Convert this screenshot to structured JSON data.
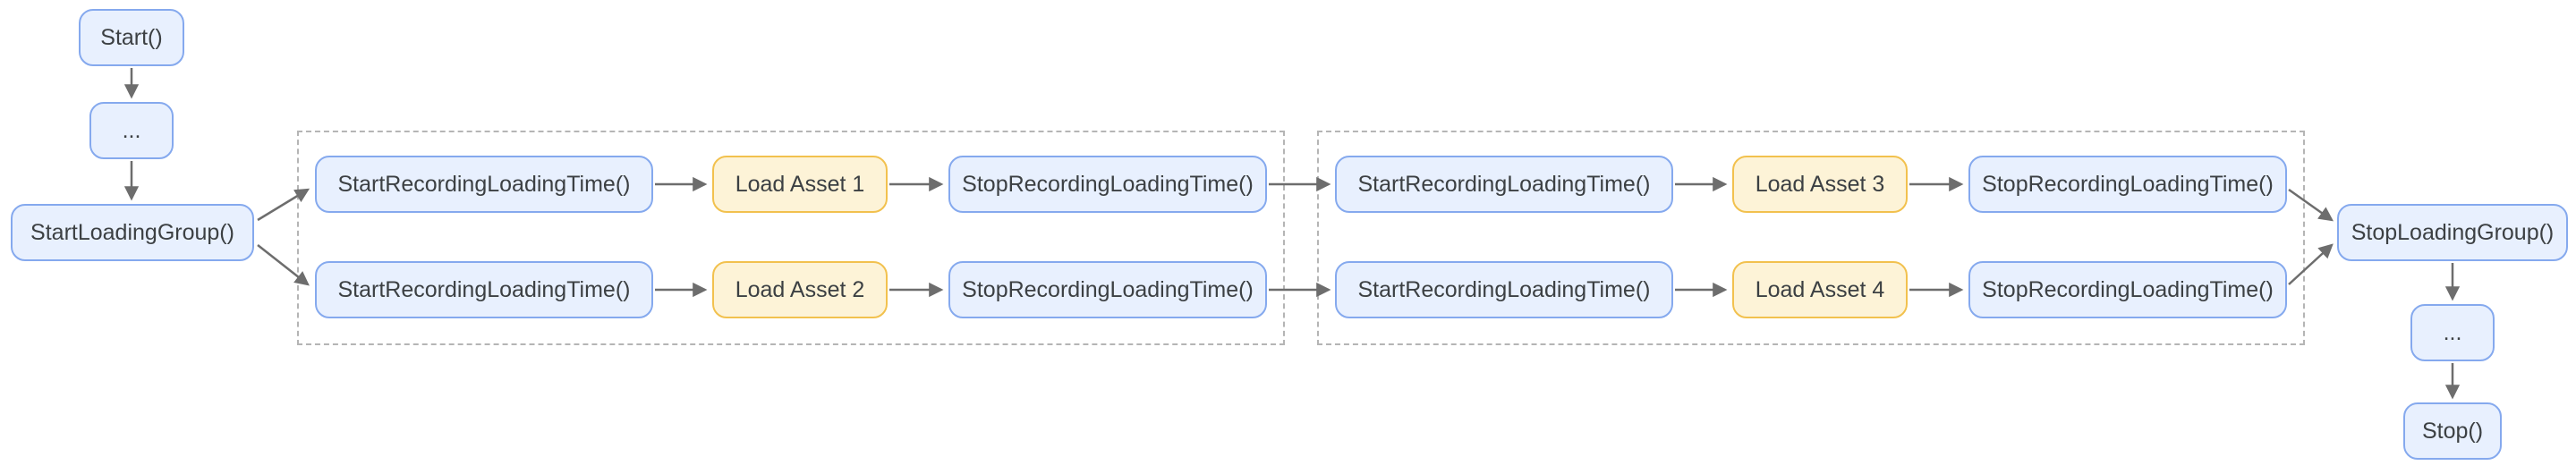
{
  "diagram": {
    "nodes": {
      "start": "Start()",
      "ellipsis_after_start": "...",
      "start_loading_group": "StartLoadingGroup()",
      "start_recording": "StartRecordingLoadingTime()",
      "stop_recording": "StopRecordingLoadingTime()",
      "load_asset_1": "Load Asset 1",
      "load_asset_2": "Load Asset 2",
      "load_asset_3": "Load Asset 3",
      "load_asset_4": "Load Asset 4",
      "stop_loading_group": "StopLoadingGroup()",
      "ellipsis_before_stop": "...",
      "stop": "Stop()"
    },
    "colors": {
      "process_fill": "#e8f0fe",
      "process_border": "#85a9ee",
      "asset_fill": "#fdf3d7",
      "asset_border": "#f2c14e",
      "arrow": "#6d6d6d",
      "group_outline": "#b5b5b5",
      "text": "#3c4043",
      "background": "#ffffff"
    }
  }
}
